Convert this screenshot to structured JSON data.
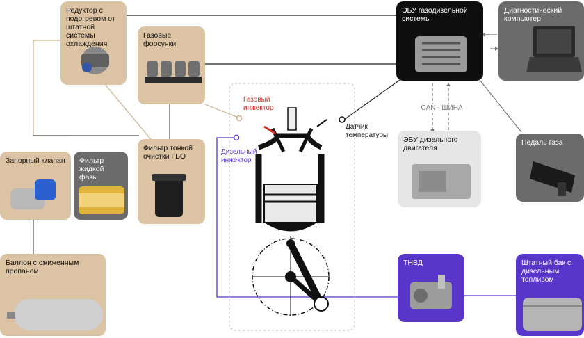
{
  "components": {
    "reducer": "Редуктор с подогревом от штатной системы охлаждения",
    "gas_injectors": "Газовые форсунки",
    "fine_filter": "Фильтр тонкой очистки ГБО",
    "shutoff_valve": "Запорный клапан",
    "liquid_filter": "Фильтр жидкой фазы",
    "tank": "Баллон с сжиженным пропаном",
    "ecu_gas_diesel": "ЭБУ газодизельной системы",
    "diag_computer": "Диагностический компьютер",
    "ecu_diesel": "ЭБУ дизельного двигателя",
    "pedal": "Педаль газа",
    "hpfp": "ТНВД",
    "fuel_tank": "Штатный бак с дизельным топливом"
  },
  "engine_labels": {
    "gas_injector": "Газовый инжектор",
    "diesel_injector": "Дизельный инжектор",
    "temp_sensor": "Датчик температуры",
    "can_bus": "CAN - ШИНА"
  },
  "colors": {
    "tan": "#dcc3a3",
    "gas_line": "#c9b08c",
    "purple": "#5a35c9",
    "red": "#d6332a",
    "dark": "#0e0e0e"
  }
}
